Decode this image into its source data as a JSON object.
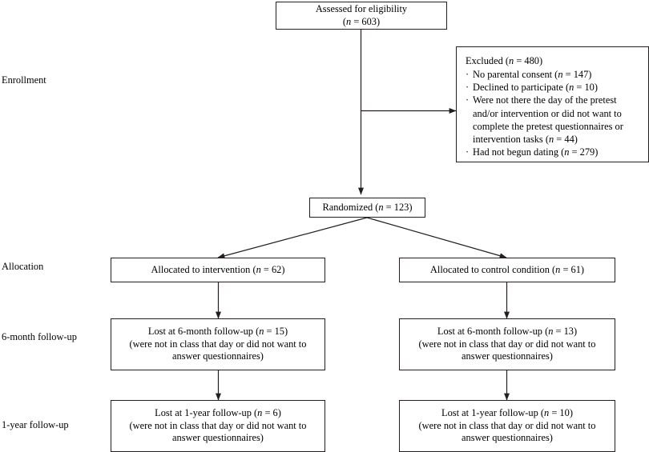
{
  "diagram": {
    "type": "consort-flow-diagram",
    "background_color": "#ffffff",
    "line_color": "#231f20",
    "text_color": "#000000",
    "stage_labels": [
      {
        "id": "enrollment",
        "label": "Enrollment"
      },
      {
        "id": "allocation",
        "label": "Allocation"
      },
      {
        "id": "six-month-follow-up",
        "label": "6-month follow-up"
      },
      {
        "id": "one-year-follow-up",
        "label": "1-year follow-up"
      }
    ],
    "nodes": {
      "assessed": {
        "line1": "Assessed for eligibility",
        "line2_prefix": "(",
        "line2_italic": "n",
        "line2_suffix": " = 603)"
      },
      "excluded": {
        "heading_prefix": "Excluded (",
        "heading_italic": "n",
        "heading_suffix": " = 480)",
        "bullet_char": "·",
        "items": [
          {
            "text_before": "No parental consent (",
            "italic": "n",
            "text_after": " = 147)"
          },
          {
            "text_before": "Declined to participate (",
            "italic": "n",
            "text_after": " = 10)"
          },
          {
            "text_before": "Were not there the day of the pretest and/or intervention or did not want to complete the pretest questionnaires or intervention tasks (",
            "italic": "n",
            "text_after": " = 44)"
          },
          {
            "text_before": "Had not begun dating (",
            "italic": "n",
            "text_after": " = 279)"
          }
        ]
      },
      "randomized": {
        "prefix": "Randomized (",
        "italic": "n",
        "suffix": " = 123)"
      },
      "allocated_intervention": {
        "prefix": "Allocated to intervention (",
        "italic": "n",
        "suffix": " = 62)"
      },
      "allocated_control": {
        "prefix": "Allocated to control condition (",
        "italic": "n",
        "suffix": " = 61)"
      },
      "lost_6m_intervention": {
        "prefix": "Lost at 6-month follow-up (",
        "italic": "n",
        "suffix": " = 15)",
        "detail": "(were not in class that day or did not want to\nanswer questionnaires)"
      },
      "lost_6m_control": {
        "prefix": "Lost at 6-month follow-up (",
        "italic": "n",
        "suffix": " = 13)",
        "detail": "(were not in class that day or did not want to\nanswer questionnaires)"
      },
      "lost_1y_intervention": {
        "prefix": "Lost at 1-year follow-up (",
        "italic": "n",
        "suffix": " = 6)",
        "detail": "(were not in class that day or did not want to\nanswer questionnaires)"
      },
      "lost_1y_control": {
        "prefix": "Lost at 1-year follow-up (",
        "italic": "n",
        "suffix": " = 10)",
        "detail": "(were not in class that day or did not want to\nanswer questionnaires)"
      }
    }
  },
  "chart_data": {
    "type": "diagram",
    "title": "CONSORT participant flow diagram",
    "stages": [
      "Enrollment",
      "Allocation",
      "6-month follow-up",
      "1-year follow-up"
    ],
    "counts": {
      "assessed_for_eligibility": 603,
      "excluded_total": 480,
      "excluded_no_parental_consent": 147,
      "excluded_declined_to_participate": 10,
      "excluded_not_there_or_incomplete": 44,
      "excluded_had_not_begun_dating": 279,
      "randomized": 123,
      "allocated_intervention": 62,
      "allocated_control": 61,
      "lost_6month_intervention": 15,
      "lost_6month_control": 13,
      "lost_1year_intervention": 6,
      "lost_1year_control": 10
    }
  }
}
